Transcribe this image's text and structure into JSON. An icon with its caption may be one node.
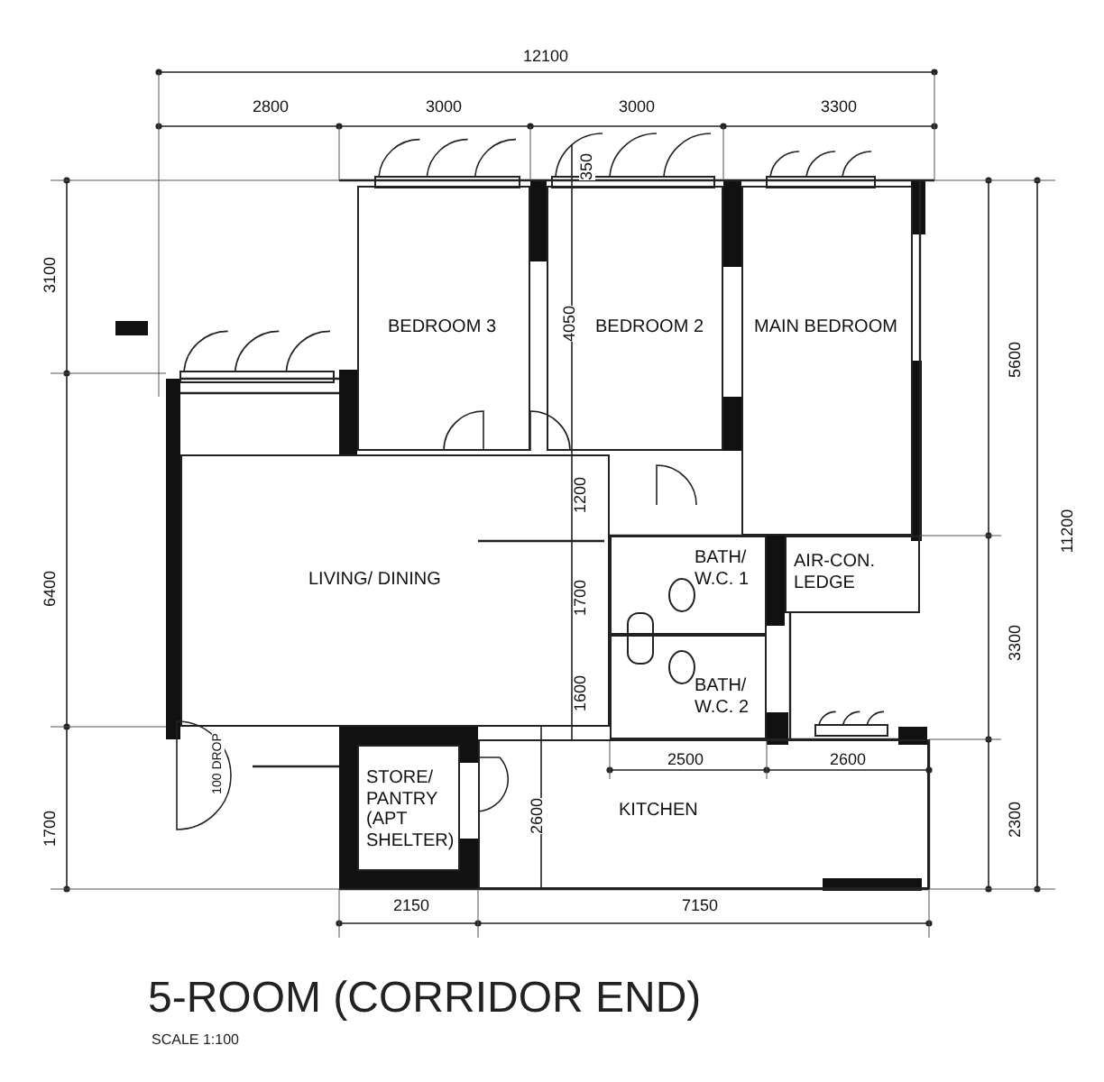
{
  "diagram": {
    "title": "5-ROOM (CORRIDOR END)",
    "caption": "SCALE 1:100",
    "nodes": [
      {
        "text": [
          "BEDROOM 3"
        ]
      },
      {
        "text": [
          "BEDROOM 2"
        ]
      },
      {
        "text": [
          "MAIN BEDROOM"
        ]
      },
      {
        "text": [
          "LIVING/ DINING"
        ]
      },
      {
        "text": [
          "BATH/ W.C. 1"
        ]
      },
      {
        "text": [
          "AIR-CON. LEDGE"
        ]
      },
      {
        "text": [
          "BATH/ W.C. 2"
        ]
      },
      {
        "text": [
          "STORE/ PANTRY (APT SHELTER)"
        ]
      },
      {
        "text": [
          "KITCHEN"
        ]
      }
    ],
    "labels": [
      "12100",
      "2800",
      "3000",
      "3000",
      "3300",
      "350",
      "3100",
      "4050",
      "5600",
      "11200",
      "1200",
      "6400",
      "1700",
      "3300",
      "1600",
      "2500",
      "2600",
      "100 DROP",
      "1700",
      "2600",
      "2300",
      "2150",
      "7150"
    ]
  }
}
